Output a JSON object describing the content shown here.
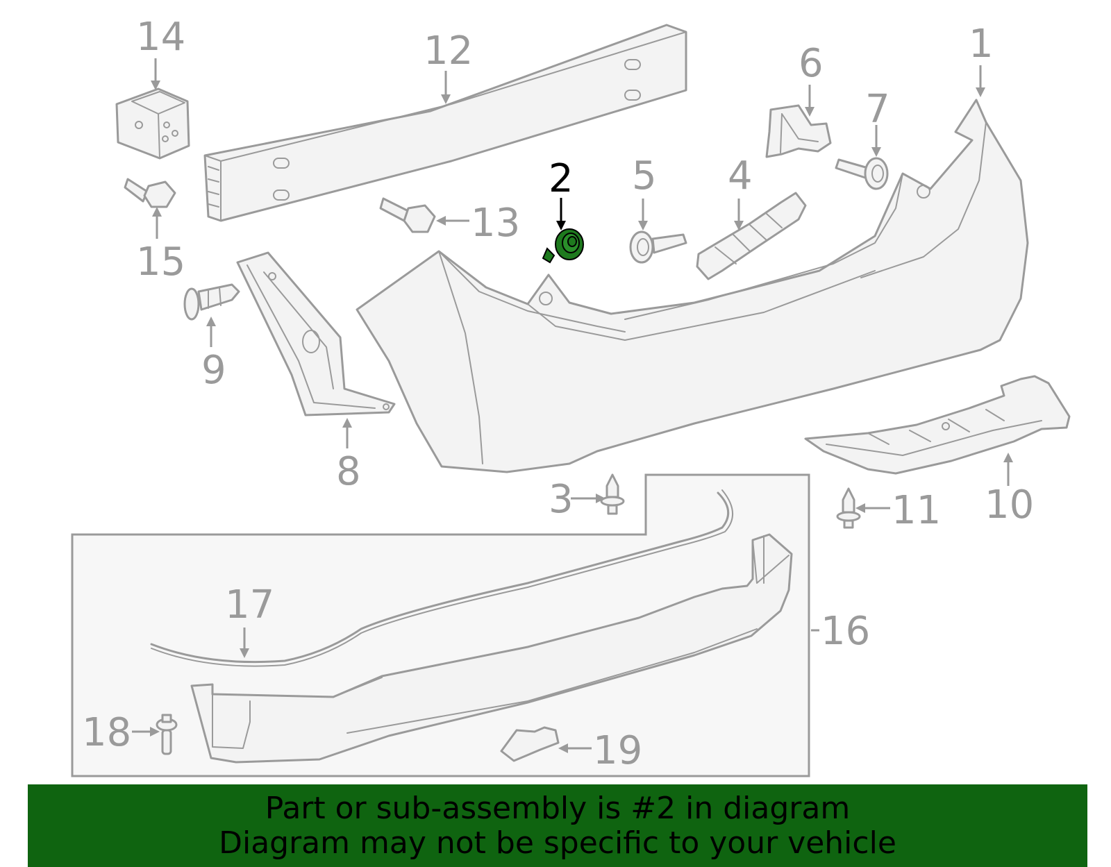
{
  "callouts": {
    "c1": "1",
    "c2": "2",
    "c3": "3",
    "c4": "4",
    "c5": "5",
    "c6": "6",
    "c7": "7",
    "c8": "8",
    "c9": "9",
    "c10": "10",
    "c11": "11",
    "c12": "12",
    "c13": "13",
    "c14": "14",
    "c15": "15",
    "c16": "16",
    "c17": "17",
    "c18": "18",
    "c19": "19"
  },
  "highlighted_part": "2",
  "colors": {
    "banner_bg": "#0f6410",
    "highlight_part": "#1e7a1e",
    "line_art": "#9a9a9a",
    "subassembly_box": "#f7f7f7"
  },
  "banner": {
    "line1": "Part or sub-assembly is #2 in diagram",
    "line2": "Diagram may not be specific to your vehicle"
  }
}
